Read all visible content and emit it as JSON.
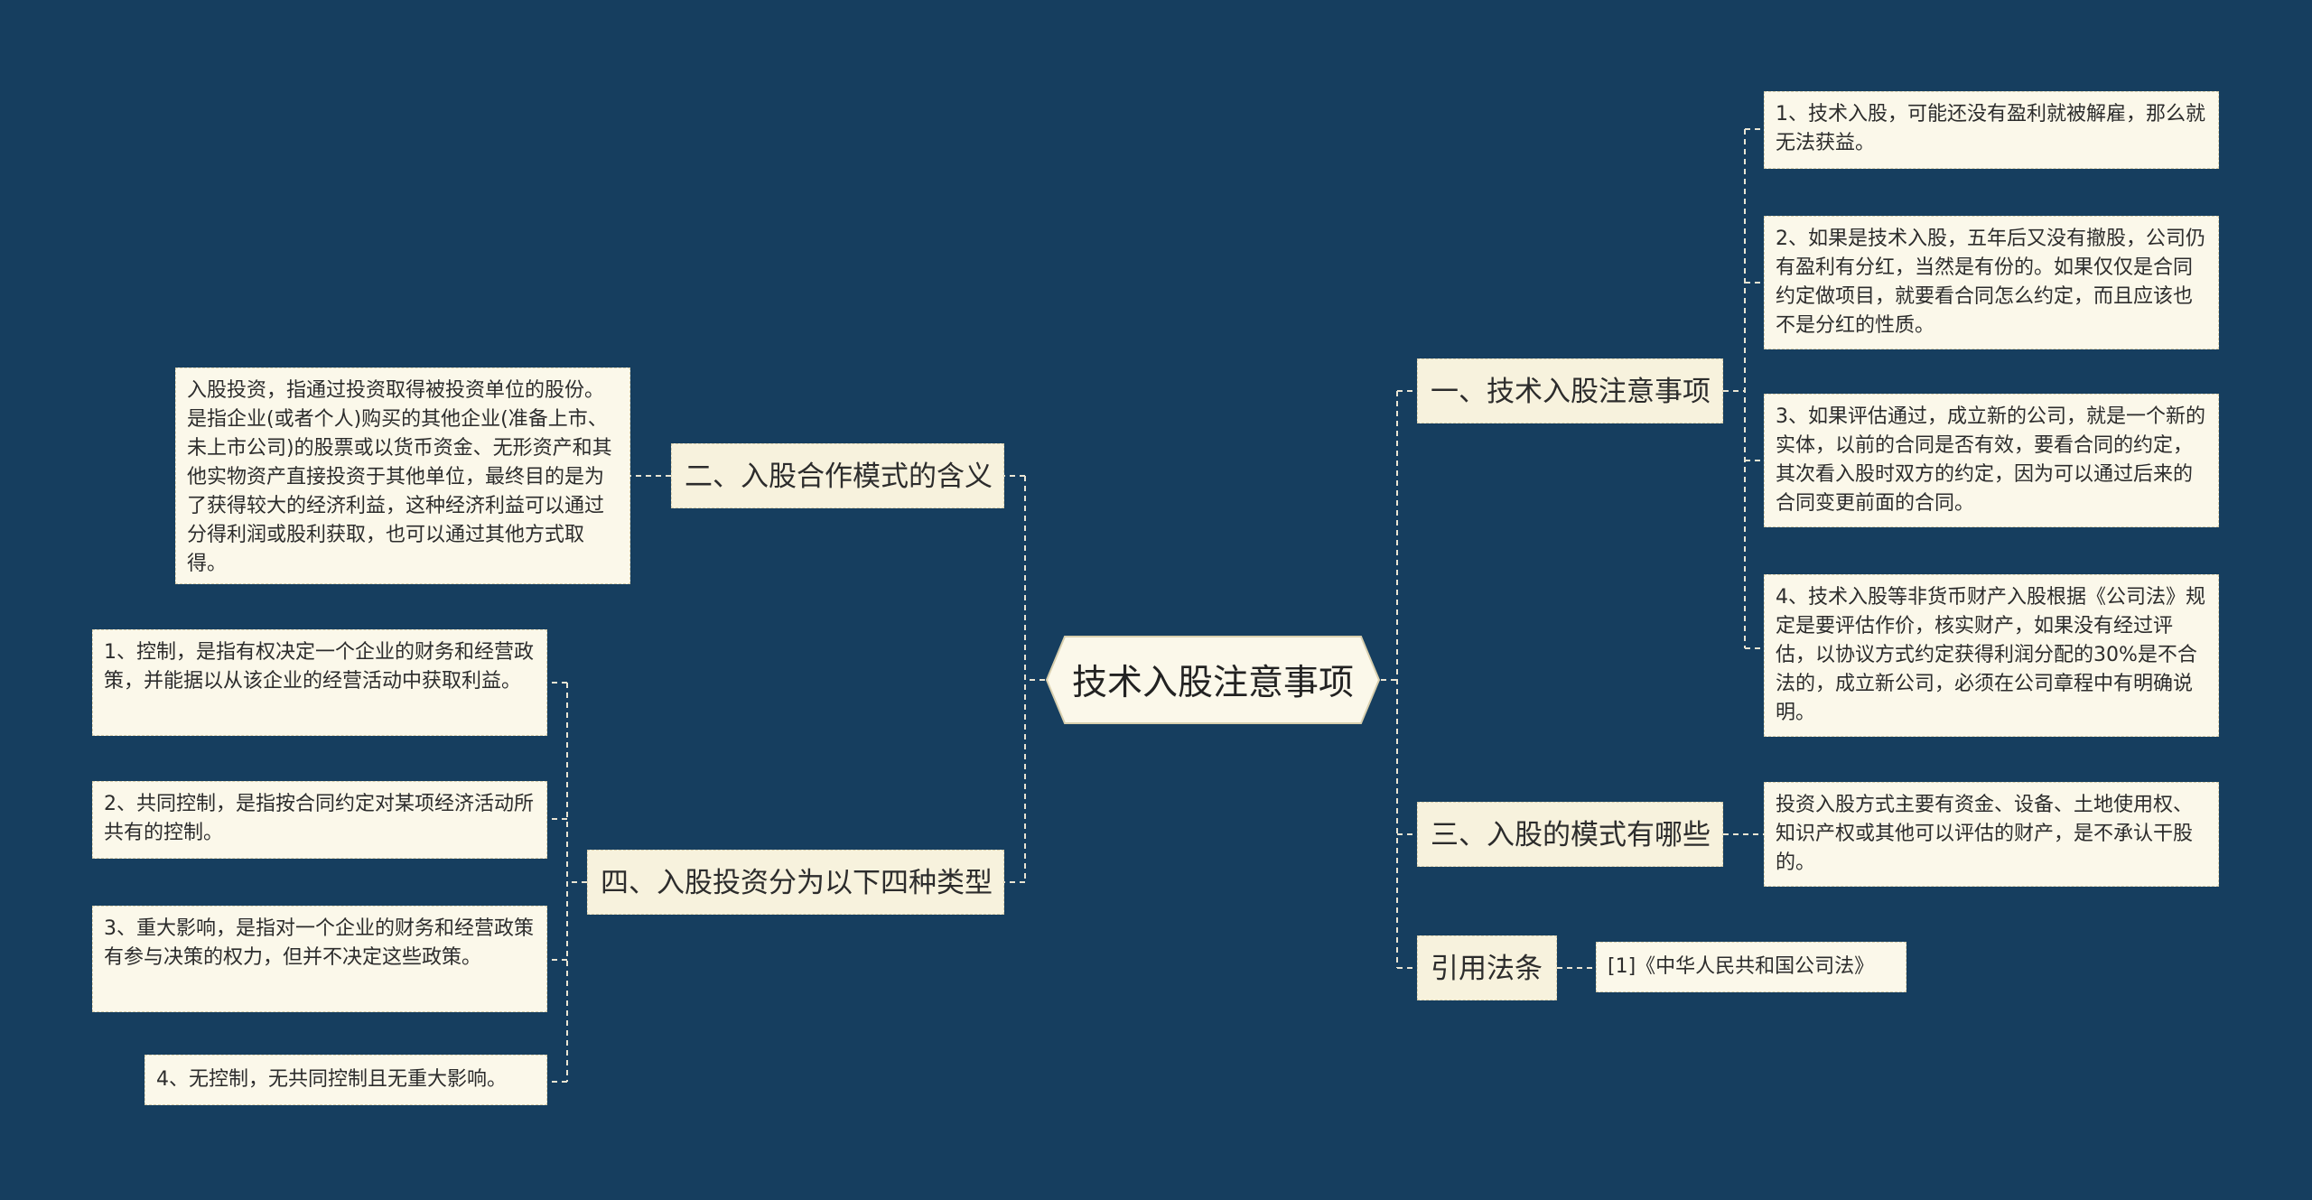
{
  "root": {
    "label": "技术入股注意事项"
  },
  "branches": {
    "b1": {
      "label": "一、技术入股注意事项",
      "items": [
        "1、技术入股，可能还没有盈利就被解雇，那么就无法获益。",
        "2、如果是技术入股，五年后又没有撤股，公司仍有盈利有分红，当然是有份的。如果仅仅是合同约定做项目，就要看合同怎么约定，而且应该也不是分红的性质。",
        "3、如果评估通过，成立新的公司，就是一个新的实体，以前的合同是否有效，要看合同的约定，其次看入股时双方的约定，因为可以通过后来的合同变更前面的合同。",
        "4、技术入股等非货币财产入股根据《公司法》规定是要评估作价，核实财产，如果没有经过评估，以协议方式约定获得利润分配的30%是不合法的，成立新公司，必须在公司章程中有明确说明。"
      ]
    },
    "b2": {
      "label": "二、入股合作模式的含义",
      "items": [
        "入股投资，指通过投资取得被投资单位的股份。是指企业(或者个人)购买的其他企业(准备上市、未上市公司)的股票或以货币资金、无形资产和其他实物资产直接投资于其他单位，最终目的是为了获得较大的经济利益，这种经济利益可以通过分得利润或股利获取，也可以通过其他方式取得。"
      ]
    },
    "b3": {
      "label": "三、入股的模式有哪些",
      "items": [
        "投资入股方式主要有资金、设备、土地使用权、知识产权或其他可以评估的财产，是不承认干股的。"
      ]
    },
    "b4": {
      "label": "四、入股投资分为以下四种类型",
      "items": [
        "1、控制，是指有权决定一个企业的财务和经营政策，并能据以从该企业的经营活动中获取利益。",
        "2、共同控制，是指按合同约定对某项经济活动所共有的控制。",
        "3、重大影响，是指对一个企业的财务和经营政策有参与决策的权力，但并不决定这些政策。",
        "4、无控制，无共同控制且无重大影响。"
      ]
    },
    "b5": {
      "label": "引用法条",
      "items": [
        "[1]《中华人民共和国公司法》"
      ]
    }
  },
  "colors": {
    "background": "#163e5f",
    "node_fill": "#fbf8ea",
    "branch_fill": "#f7f2dd",
    "connector": "#e9e4d3"
  }
}
